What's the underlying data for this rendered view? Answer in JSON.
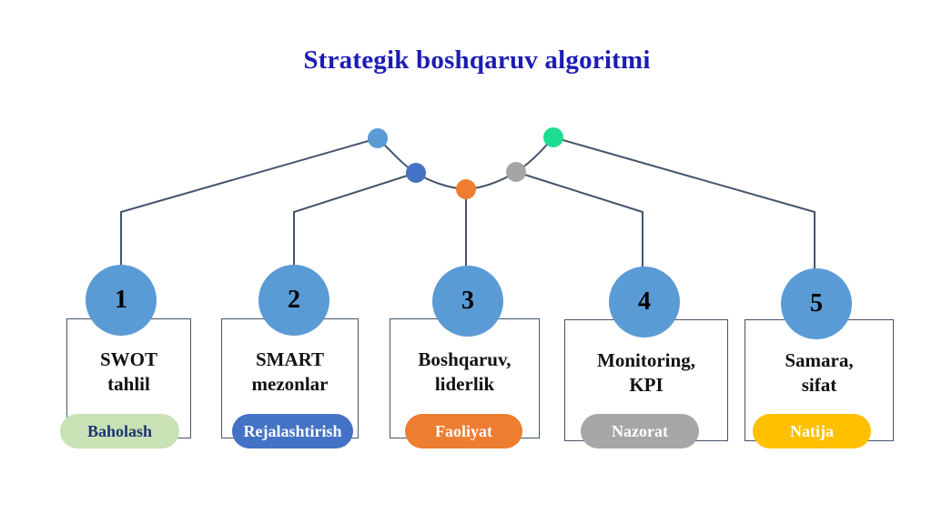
{
  "title": {
    "text": "Strategik boshqaruv algoritmi",
    "color": "#1c1cb4"
  },
  "colors": {
    "background": "#ffffff",
    "circle_fill": "#5b9bd5",
    "circle_number": "#000000",
    "connector_line": "#44546a",
    "box_border": "#44546a",
    "box_text": "#111111"
  },
  "connector": {
    "dots": [
      {
        "name": "dot-step-1",
        "color": "#5b9bd5"
      },
      {
        "name": "dot-step-2",
        "color": "#4472c4"
      },
      {
        "name": "dot-step-3",
        "color": "#ed7d31"
      },
      {
        "name": "dot-step-4",
        "color": "#a5a5a5"
      },
      {
        "name": "dot-step-5",
        "color": "#1edc92"
      }
    ]
  },
  "steps": [
    {
      "number": "1",
      "title_lines": [
        "SWOT",
        "tahlil"
      ],
      "tag": {
        "label": "Baholash",
        "bg": "#c9e2b5",
        "text_color": "#1e3470"
      }
    },
    {
      "number": "2",
      "title_lines": [
        "SMART",
        "mezonlar"
      ],
      "tag": {
        "label": "Rejalashtirish",
        "bg": "#4472c4",
        "text_color": "#ffffff"
      }
    },
    {
      "number": "3",
      "title_lines": [
        "Boshqaruv,",
        "liderlik"
      ],
      "tag": {
        "label": "Faoliyat",
        "bg": "#ed7d31",
        "text_color": "#ffffff"
      }
    },
    {
      "number": "4",
      "title_lines": [
        "Monitoring,",
        "KPI"
      ],
      "tag": {
        "label": "Nazorat",
        "bg": "#a6a6a6",
        "text_color": "#ffffff"
      }
    },
    {
      "number": "5",
      "title_lines": [
        "Samara,",
        "sifat"
      ],
      "tag": {
        "label": "Natija",
        "bg": "#ffc000",
        "text_color": "#ffffff"
      }
    }
  ]
}
